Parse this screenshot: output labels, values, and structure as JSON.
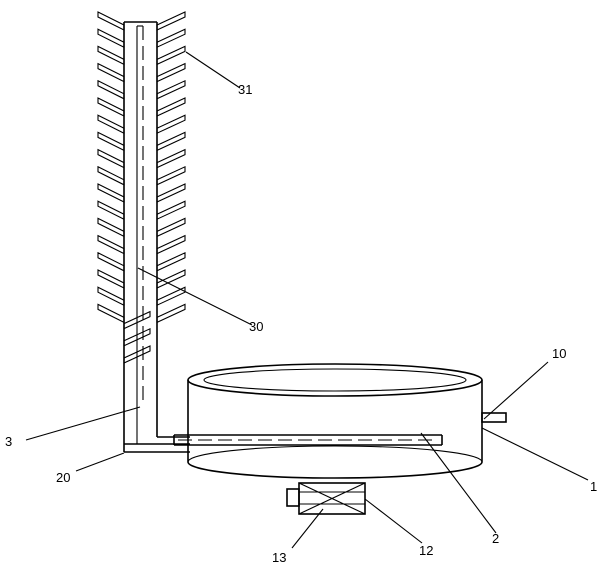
{
  "labels": {
    "l31": "31",
    "l30": "30",
    "l10": "10",
    "l3": "3",
    "l20": "20",
    "l1": "1",
    "l2": "2",
    "l13": "13",
    "l12": "12"
  }
}
